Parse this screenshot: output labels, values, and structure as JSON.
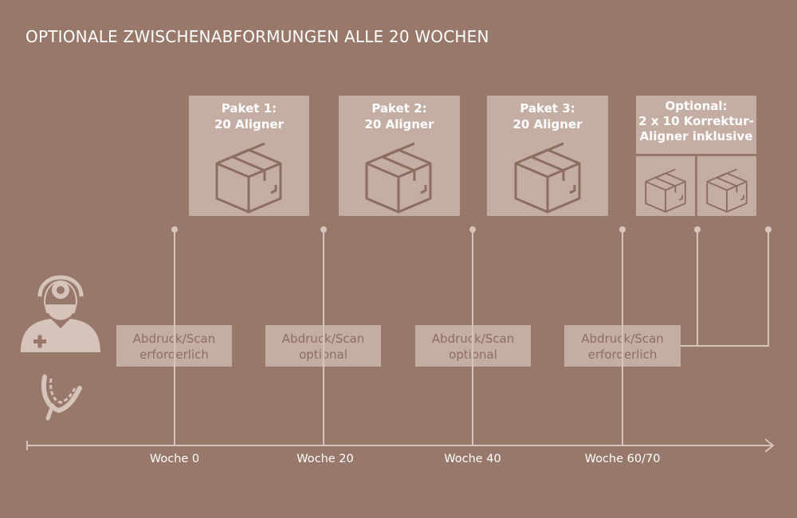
{
  "title": "OPTIONALE ZWISCHENABFORMUNGEN ALLE 20 WOCHEN",
  "colors": {
    "background": "#98786a",
    "box": "#c4aea3",
    "line": "#d6c4bb",
    "icon": "#8d6d60",
    "text": "#ffffff"
  },
  "packages": [
    {
      "line1": "Paket 1:",
      "line2": "20 Aligner"
    },
    {
      "line1": "Paket 2:",
      "line2": "20 Aligner"
    },
    {
      "line1": "Paket 3:",
      "line2": "20 Aligner"
    }
  ],
  "optional": {
    "line1": "Optional:",
    "line2": "2 x 10 Korrektur-",
    "line3": "Aligner inklusive"
  },
  "impressions": [
    {
      "line1": "Abdruck/Scan",
      "line2": "erforderlich"
    },
    {
      "line1": "Abdruck/Scan",
      "line2": "optional"
    },
    {
      "line1": "Abdruck/Scan",
      "line2": "optional"
    },
    {
      "line1": "Abdruck/Scan",
      "line2": "erforderlich"
    }
  ],
  "weeks": [
    "Woche 0",
    "Woche 20",
    "Woche 40",
    "Woche 60/70"
  ],
  "icons": {
    "doctor": "doctor-icon",
    "aligner": "aligner-tray-icon",
    "box": "package-box-icon"
  }
}
